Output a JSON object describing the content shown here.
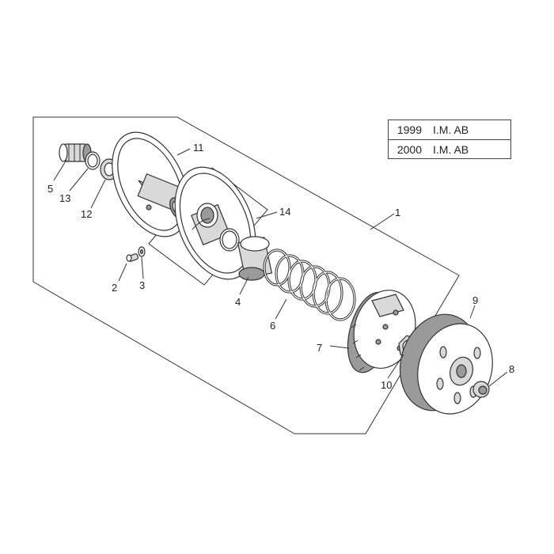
{
  "table": {
    "rows": [
      {
        "year": "1999",
        "code": "I.M. AB"
      },
      {
        "year": "2000",
        "code": "I.M. AB"
      }
    ]
  },
  "callouts": {
    "c1": "1",
    "c2": "2",
    "c3": "3",
    "c4": "4",
    "c5": "5",
    "c6": "6",
    "c7": "7",
    "c8": "8",
    "c9": "9",
    "c10": "10",
    "c11": "11",
    "c12": "12",
    "c13": "13",
    "c14": "14"
  }
}
